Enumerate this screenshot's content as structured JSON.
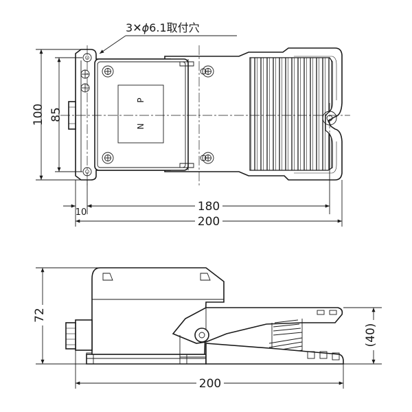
{
  "note": {
    "prefix": "3",
    "times": "✕",
    "phi": "ϕ",
    "value": "6.1",
    "suffix": "取付穴"
  },
  "top_view": {
    "dim_height_total": "100",
    "dim_height_mount": "85",
    "dim_offset": "10",
    "dim_mount_length": "180",
    "dim_total_length": "200",
    "switch_label_p": "P",
    "switch_label_n": "N"
  },
  "side_view": {
    "dim_height": "72",
    "dim_pedal_height": "(40)",
    "dim_total_length": "200"
  }
}
